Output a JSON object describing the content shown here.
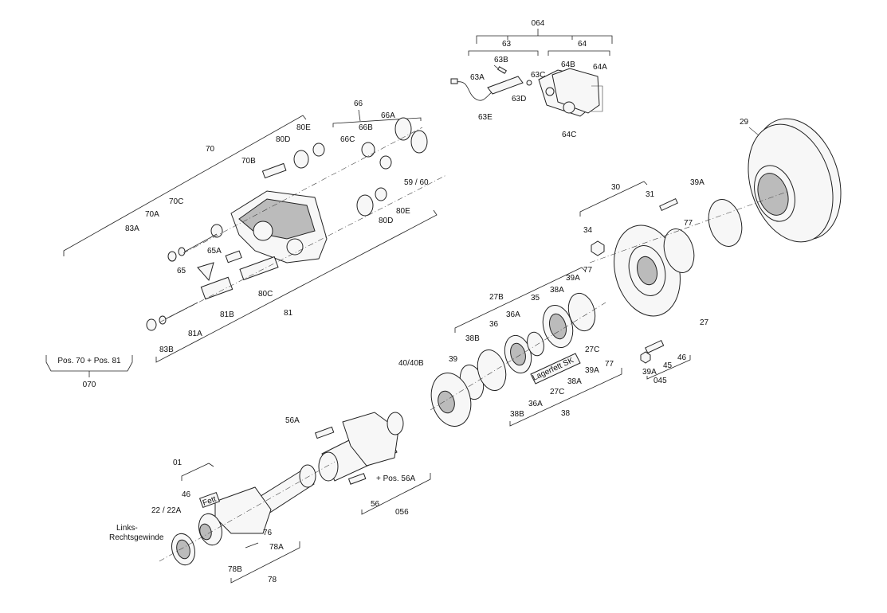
{
  "labels": {
    "l064": "064",
    "l63": "63",
    "l64": "64",
    "l63B": "63B",
    "l63A": "63A",
    "l63C": "63C",
    "l64B": "64B",
    "l64A": "64A",
    "l63D": "63D",
    "l63E": "63E",
    "l64C": "64C",
    "l29": "29",
    "l66": "66",
    "l66A": "66A",
    "l66B": "66B",
    "l66C": "66C",
    "l80E_top": "80E",
    "l80D_top": "80D",
    "l70": "70",
    "l70B": "70B",
    "l5960": "59 / 60",
    "l80E_mid": "80E",
    "l80D_mid": "80D",
    "l70C": "70C",
    "l70A": "70A",
    "l83A": "83A",
    "l65A": "65A",
    "l65": "65",
    "l80C": "80C",
    "l81B": "81B",
    "l81": "81",
    "l81A": "81A",
    "l83B": "83B",
    "pos_box": "Pos. 70 + Pos. 81",
    "l070": "070",
    "l30": "30",
    "l31": "31",
    "l39A_top": "39A",
    "l34": "34",
    "l77_top": "77",
    "l77_mid": "77",
    "l39A_mid": "39A",
    "l27B": "27B",
    "l35": "35",
    "l38A_mid": "38A",
    "l36A_mid": "36A",
    "l36": "36",
    "l38B_mid": "38B",
    "l27": "27",
    "l39": "39",
    "l4040B": "40/40B",
    "l27C_mid": "27C",
    "l77_low": "77",
    "l39A_low": "39A",
    "l38A_low": "38A",
    "l27C_low": "27C",
    "l36A_low": "36A",
    "l38B_low": "38B",
    "l38": "38",
    "l46_right": "46",
    "l45": "45",
    "l39A_right": "39A",
    "l045": "045",
    "lagerfett": "Lagerfett SK",
    "l56A": "56A",
    "posSix": "+ Pos. 56A",
    "l56": "56",
    "l056": "056",
    "l01": "01",
    "l46_low": "46",
    "fett": "Fett",
    "l2222A": "22 / 22A",
    "links": "Links-",
    "rechts": "Rechtsgewinde",
    "l76": "76",
    "l78A": "78A",
    "l78B": "78B",
    "l78": "78"
  }
}
